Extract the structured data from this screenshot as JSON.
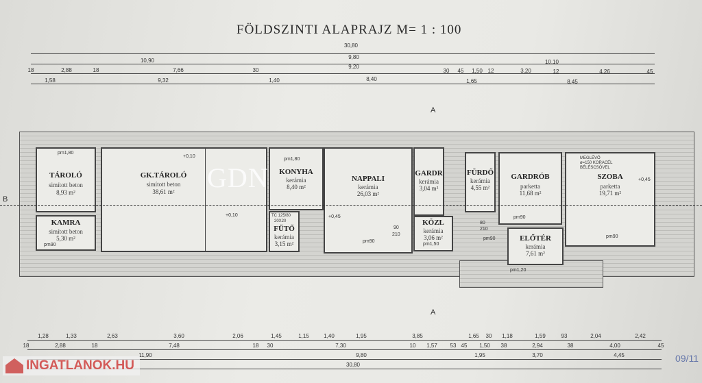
{
  "title": "FÖLDSZINTI ALAPRAJZ M= 1 : 100",
  "dimensions_top": [
    [
      "30,80"
    ],
    [
      "10,90",
      "9,80",
      "10,10"
    ],
    [
      "18",
      "2,88",
      "18",
      "7,66",
      "30",
      "9,20",
      "30",
      "45",
      "1,50",
      "12",
      "3,20",
      "12",
      "4,26",
      "45"
    ],
    [
      "1,58",
      "9,32",
      "1,40",
      "8,40",
      "1,65",
      "8,45"
    ]
  ],
  "dimensions_bottom": [
    [
      "1,28",
      "1,33",
      "2,63",
      "3,60",
      "2,06",
      "1,45",
      "1,15",
      "1,40",
      "1,95",
      "3,85",
      "1,65",
      "30",
      "1,18",
      "1,59",
      "93",
      "2,04",
      "2,42"
    ],
    [
      "18",
      "2,88",
      "18",
      "7,48",
      "18",
      "30",
      "7,30",
      "10",
      "1,57",
      "53",
      "45",
      "1,50",
      "38",
      "2,94",
      "38",
      "4,00",
      "45"
    ],
    [
      "11,90",
      "9,80",
      "1,95",
      "3,70",
      "4,45"
    ],
    [
      "30,80"
    ]
  ],
  "rooms": [
    {
      "name": "TÁROLÓ",
      "material": "simított beton",
      "area": "8,93 m²"
    },
    {
      "name": "KAMRA",
      "material": "simított beton",
      "area": "5,30 m²"
    },
    {
      "name": "GK.TÁROLÓ",
      "material": "simított beton",
      "area": "38,61 m²"
    },
    {
      "name": "KONYHA",
      "material": "kerámia",
      "area": "8,40 m²"
    },
    {
      "name": "FŰTŐ",
      "material": "kerámia",
      "area": "3,15 m²"
    },
    {
      "name": "NAPPALI",
      "material": "kerámia",
      "area": "26,03 m²"
    },
    {
      "name": "GARDR",
      "material": "kerámia",
      "area": "3,04 m²"
    },
    {
      "name": "KÖZL",
      "material": "kerámia",
      "area": "3,06 m²"
    },
    {
      "name": "FÜRDŐ",
      "material": "kerámia",
      "area": "4,55 m²"
    },
    {
      "name": "GARDRÓB",
      "material": "parketta",
      "area": "11,68 m²"
    },
    {
      "name": "SZOBA",
      "material": "parketta",
      "area": "19,71 m²"
    },
    {
      "name": "ELŐTÉR",
      "material": "kerámia",
      "area": "7,61 m²"
    }
  ],
  "annotations": {
    "pm180": "pm1,80",
    "pm90": "pm90",
    "pm150": "pm1,50",
    "pm120": "pm1,20",
    "level010": "+0,10",
    "level045": "+0,45",
    "d90": "90",
    "d210": "210",
    "d80": "80",
    "tc": "TC 125/80",
    "tc2": "20X20",
    "meglevo": "MEGLÉVŐ",
    "meglevo2": "ø=150 KORACÉL",
    "meglevo3": "BÉLÉSCSŐVEL",
    "section_a": "A",
    "section_b": "B"
  },
  "watermark": "INGATLANOK.HU",
  "logo_watermark": "GDN",
  "stamp": "09/11"
}
